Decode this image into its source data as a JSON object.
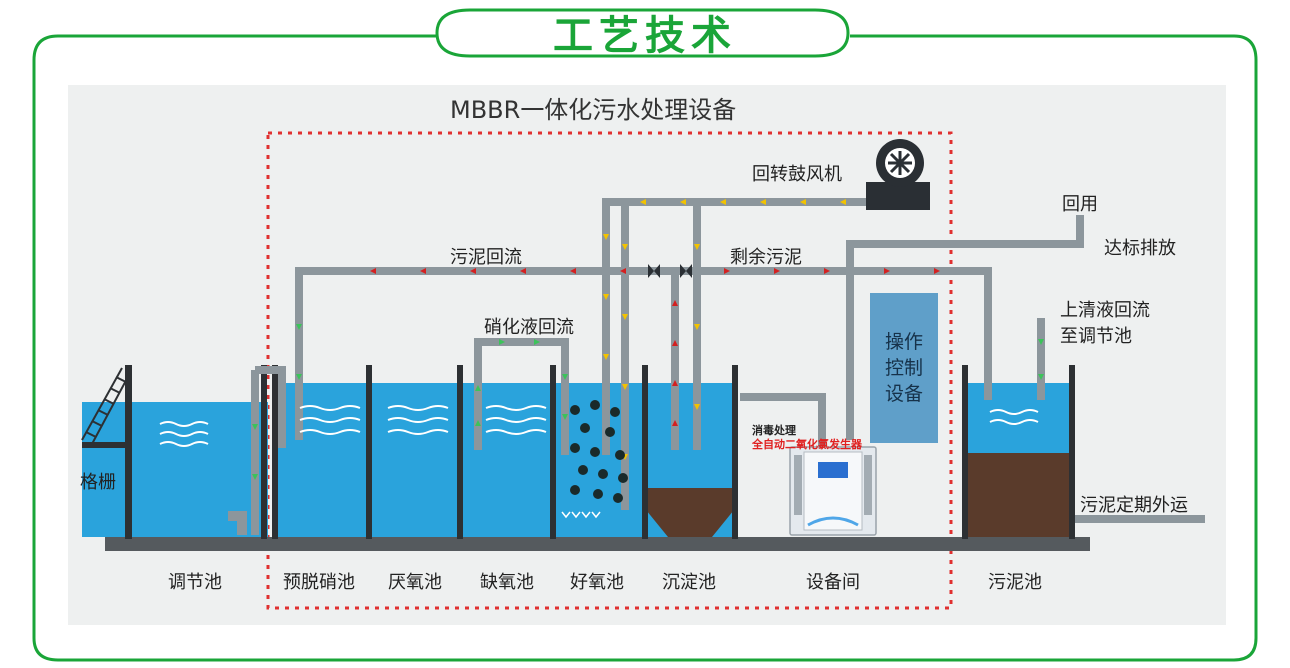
{
  "header": {
    "title": "工艺技术"
  },
  "diagram": {
    "title": "MBBR一体化污水处理设备",
    "flow_labels": {
      "blower": "回转鼓风机",
      "sludge_return": "污泥回流",
      "excess_sludge": "剩余污泥",
      "nitrification_return": "硝化液回流",
      "reuse": "回用",
      "discharge": "达标排放",
      "supernatant_return_l1": "上清液回流",
      "supernatant_return_l2": "至调节池",
      "sludge_transport": "污泥定期外运",
      "grille": "格栅",
      "disinfection": "消毒处理",
      "generator": "全自动二氧化氯发生器"
    },
    "control": {
      "line1": "操作",
      "line2": "控制",
      "line3": "设备"
    },
    "tanks": {
      "regulating": "调节池",
      "pre_denitrification": "预脱硝池",
      "anaerobic": "厌氧池",
      "anoxic": "缺氧池",
      "aerobic": "好氧池",
      "sedimentation": "沉淀池",
      "equipment_room": "设备间",
      "sludge_tank": "污泥池"
    }
  },
  "colors": {
    "accent_green": "#1aa538",
    "water_blue": "#2aa3dc",
    "pipe_gray": "#8c969c",
    "sludge_brown": "#5a3b2b",
    "boundary_red": "#e03030",
    "arrow_red": "#d42020",
    "arrow_yellow": "#f2c200",
    "arrow_green": "#3cc35a"
  }
}
